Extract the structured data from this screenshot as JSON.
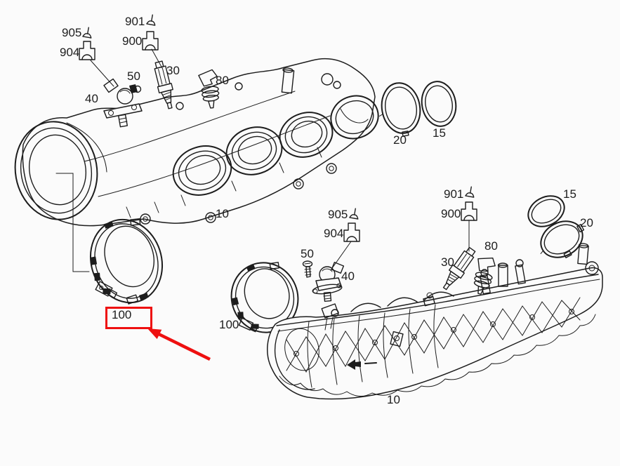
{
  "diagram": {
    "kind": "exploded-parts-diagram",
    "subject": "intake manifold assembly with sensors, seals and clamp rings",
    "background": "#fbfbfb",
    "line_color": "#1d1d1d",
    "highlight_color": "#ee1010"
  },
  "callouts": {
    "tl_905": "905",
    "tl_904": "904",
    "tl_901": "901",
    "tl_900": "900",
    "tl_50": "50",
    "tl_40": "40",
    "tl_30": "30",
    "tl_80": "80",
    "t_20": "20",
    "t_15": "15",
    "t_10": "10",
    "l_100": "100",
    "m_100": "100",
    "m_905": "905",
    "m_904": "904",
    "m_50": "50",
    "m_40": "40",
    "r_901": "901",
    "r_900": "900",
    "r_30": "30",
    "r_80": "80",
    "r_15": "15",
    "r_20": "20",
    "b_10": "10"
  },
  "highlight": {
    "part": "100",
    "style": "red box around callout with red arrow pointing at it"
  }
}
